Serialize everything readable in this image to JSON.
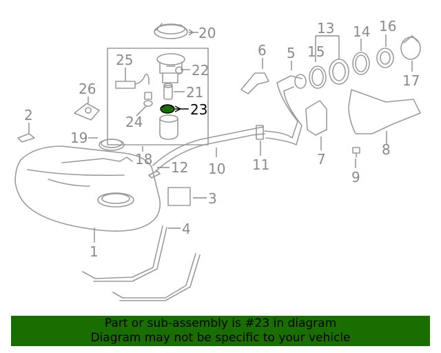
{
  "diagram": {
    "callouts": [
      "20",
      "25",
      "22",
      "21",
      "23",
      "24",
      "26",
      "2",
      "19",
      "18",
      "1",
      "4",
      "3",
      "12",
      "10",
      "11",
      "5",
      "6",
      "7",
      "8",
      "9",
      "13",
      "14",
      "15",
      "16",
      "17"
    ],
    "highlighted": "23",
    "colors": {
      "highlight": "#1a6e00",
      "line": "#9a9a9a",
      "label": "#8a8a8a"
    }
  },
  "banner": {
    "line1": "Part or sub-assembly is #23 in diagram",
    "line2": "Diagram may not be specific to your vehicle",
    "background": "#1a6e00"
  }
}
